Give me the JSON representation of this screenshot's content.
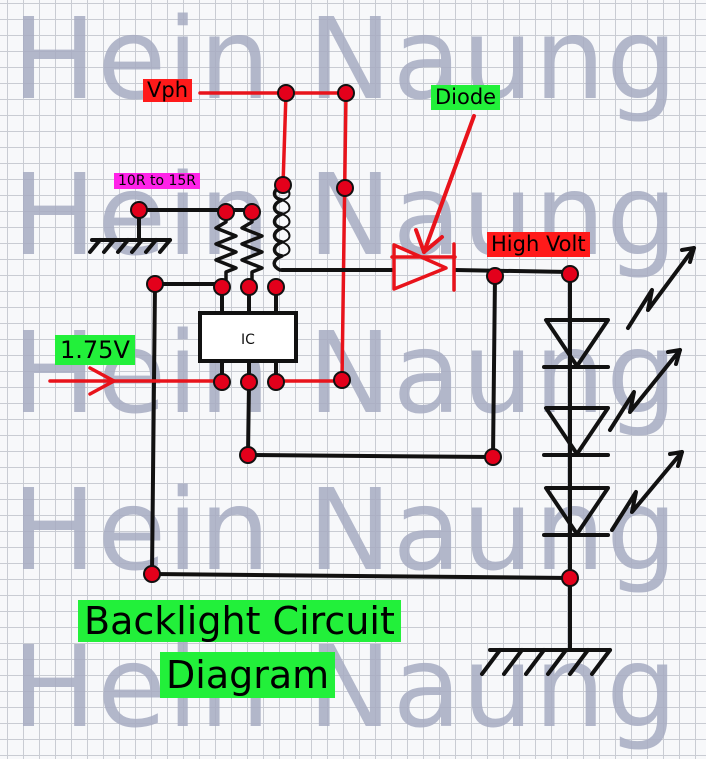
{
  "watermark": {
    "lines": [
      "Hein Naung",
      "Hein Naung",
      "Hein Naung",
      "Hein Naung",
      "Hein Naung"
    ]
  },
  "labels": {
    "vph": "Vph",
    "diode": "Diode",
    "resistor": "10R to 15R",
    "high_volt": "High Volt",
    "input_voltage": "1.75V",
    "ic": "IC",
    "title_line1": "Backlight Circuit",
    "title_line2": "Diagram"
  },
  "colors": {
    "wire_black": "#111111",
    "wire_red": "#e8131b",
    "node": "#e3001b",
    "tag_red": "#ff1a1a",
    "tag_green": "#22f03a",
    "tag_pink": "#ff22e8",
    "watermark": "#a7acc2",
    "grid": "#c9ccd3"
  }
}
